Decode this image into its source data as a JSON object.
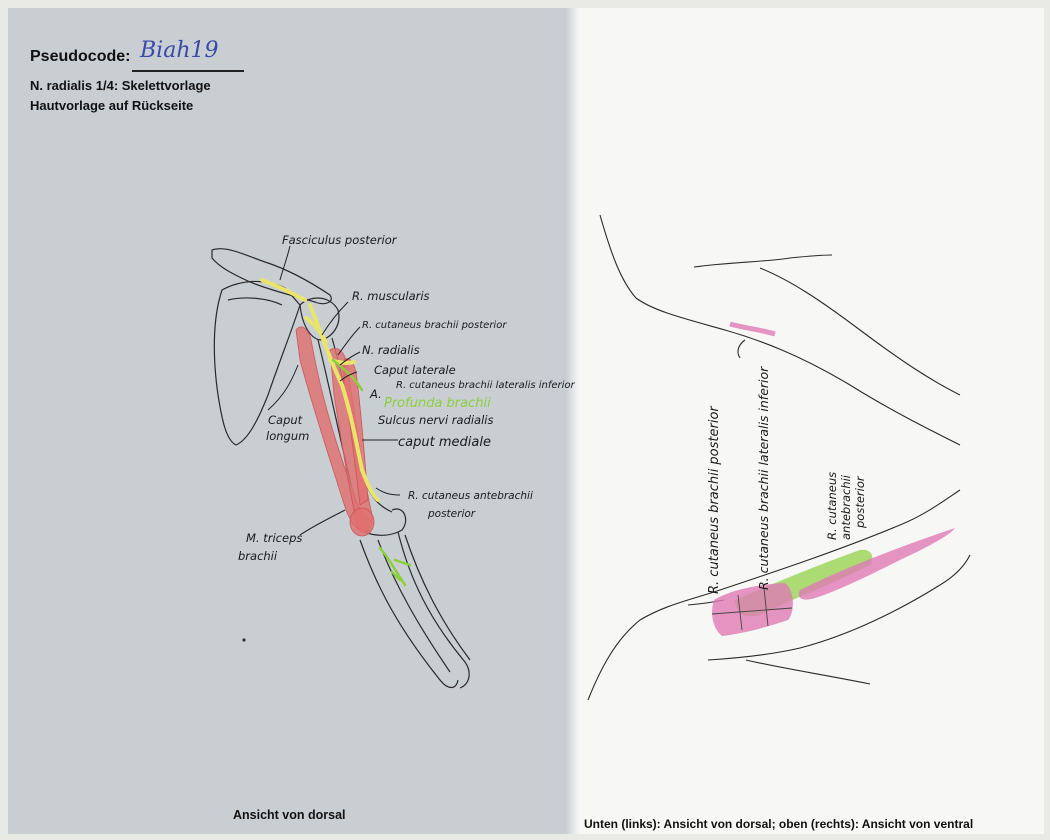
{
  "header": {
    "pseudocode_label": "Pseudocode:",
    "pseudocode_value": "Biah19",
    "line1": "N. radialis 1/4: Skelettvorlage",
    "line2": "Hautvorlage auf Rückseite"
  },
  "left_labels": {
    "fasciculus": "Fasciculus posterior",
    "r_muscularis": "R. muscularis",
    "r_cut_post": "R. cutaneus brachii posterior",
    "n_radialis": "N. radialis",
    "caput_laterale": "Caput laterale",
    "r_cut_lat_inf": "R. cutaneus brachii lateralis inferior",
    "a_marker": "A.",
    "a_profunda": "Profunda brachii",
    "sulcus": "Sulcus nervi radialis",
    "caput_longum_1": "Caput",
    "caput_longum_2": "longum",
    "caput_mediale": "caput mediale",
    "r_cut_ante_1": "R. cutaneus antebrachii",
    "r_cut_ante_2": "posterior",
    "triceps_1": "M. triceps",
    "triceps_2": "brachii"
  },
  "right_labels": {
    "lat_inf": "R. cutaneus brachii lateralis inferior",
    "post": "R. cutaneus brachii posterior",
    "ante_1": "R. cutaneus",
    "ante_2": "antebrachii",
    "ante_3": "posterior"
  },
  "captions": {
    "left": "Ansicht von dorsal",
    "right": "Unten (links): Ansicht von dorsal; oben (rechts): Ansicht von ventral"
  },
  "colors": {
    "muscle_red": "#e07070",
    "nerve_yellow": "#e9e56a",
    "artery_green": "#8ccf3c",
    "skin_pink": "#e07ab4",
    "label_blue": "#3a4aa8"
  }
}
